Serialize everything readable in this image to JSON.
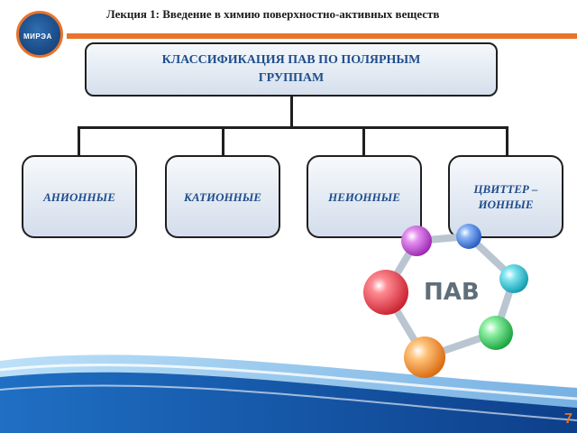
{
  "header": {
    "lecture_title": "Лекция 1: Введение в химию поверхностно-активных веществ",
    "logo_text": "МИРЭА",
    "accent_color": "#e8732a"
  },
  "diagram": {
    "root_label": "КЛАССИФИКАЦИЯ ПАВ ПО ПОЛЯРНЫМ ГРУППАМ",
    "children": [
      {
        "label": "АНИОННЫЕ"
      },
      {
        "label": "КАТИОННЫЕ"
      },
      {
        "label": "НЕИОННЫЕ"
      },
      {
        "label": "ЦВИТТЕР – ИОННЫЕ"
      }
    ],
    "text_color": "#1f4e8c"
  },
  "illustration": {
    "label": "ПАВ",
    "sphere_colors": [
      "#e83c4a",
      "#c64ad8",
      "#3f7fe0",
      "#22c4d4",
      "#2ecc5a",
      "#f08a1e"
    ]
  },
  "footer": {
    "page_number": "7"
  }
}
